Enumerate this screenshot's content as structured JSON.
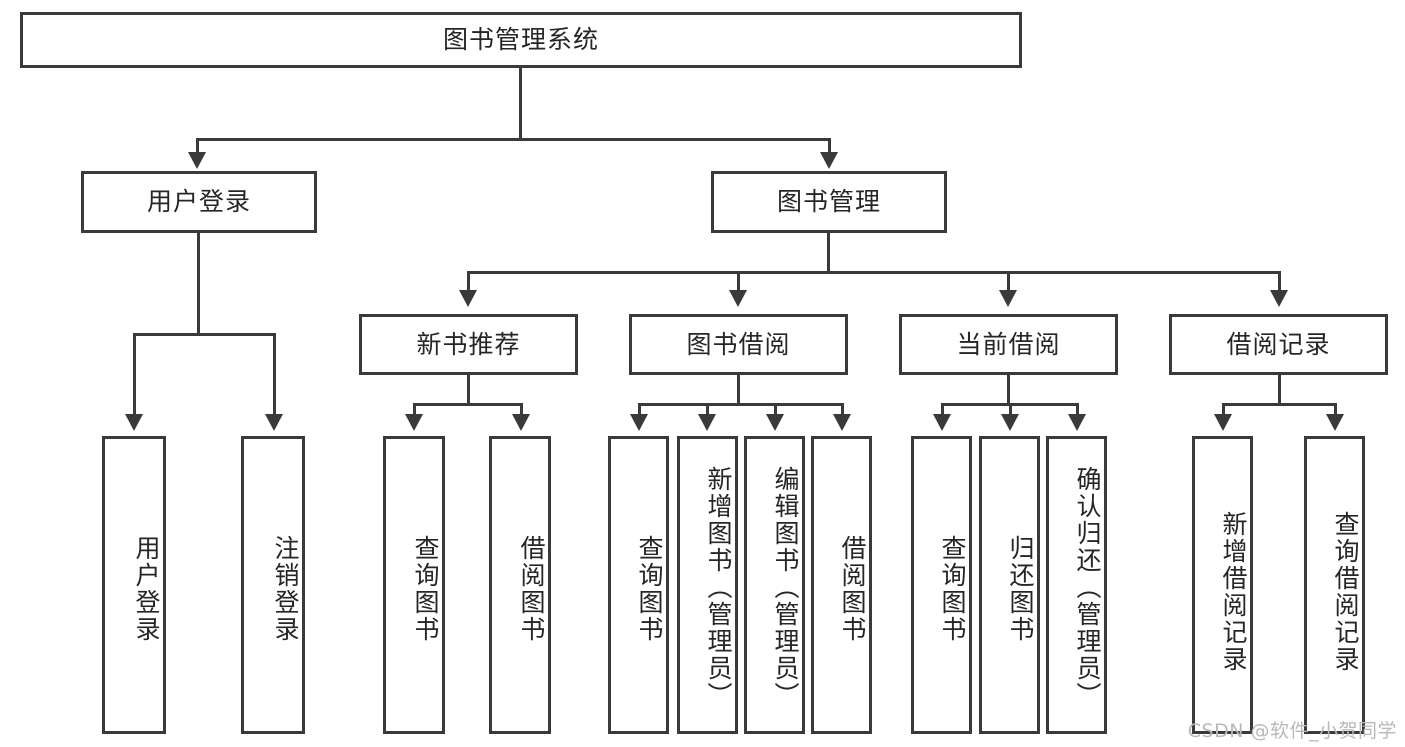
{
  "diagram": {
    "type": "hierarchy-tree",
    "title": "图书管理系统",
    "levels": [
      {
        "level": 1,
        "nodes": [
          {
            "id": "root",
            "label": "图书管理系统",
            "orientation": "horizontal"
          }
        ]
      },
      {
        "level": 2,
        "nodes": [
          {
            "id": "user-login",
            "label": "用户登录",
            "orientation": "horizontal",
            "parent": "root"
          },
          {
            "id": "book-management",
            "label": "图书管理",
            "orientation": "horizontal",
            "parent": "root"
          }
        ]
      },
      {
        "level": 3,
        "nodes": [
          {
            "id": "new-book-recommend",
            "label": "新书推荐",
            "orientation": "horizontal",
            "parent": "book-management"
          },
          {
            "id": "book-borrow",
            "label": "图书借阅",
            "orientation": "horizontal",
            "parent": "book-management"
          },
          {
            "id": "current-borrow",
            "label": "当前借阅",
            "orientation": "horizontal",
            "parent": "book-management"
          },
          {
            "id": "borrow-record",
            "label": "借阅记录",
            "orientation": "horizontal",
            "parent": "book-management"
          }
        ]
      },
      {
        "level": 4,
        "nodes": [
          {
            "id": "leaf-user-login",
            "label": "用户登录",
            "orientation": "vertical",
            "parent": "user-login"
          },
          {
            "id": "leaf-user-logout",
            "label": "注销登录",
            "orientation": "vertical",
            "parent": "user-login"
          },
          {
            "id": "leaf-query-book-1",
            "label": "查询图书",
            "orientation": "vertical",
            "parent": "new-book-recommend"
          },
          {
            "id": "leaf-borrow-book-1",
            "label": "借阅图书",
            "orientation": "vertical",
            "parent": "new-book-recommend"
          },
          {
            "id": "leaf-query-book-2",
            "label": "查询图书",
            "orientation": "vertical",
            "parent": "book-borrow"
          },
          {
            "id": "leaf-add-book",
            "label": "新增图书（管理员）",
            "orientation": "vertical",
            "parent": "book-borrow"
          },
          {
            "id": "leaf-edit-book",
            "label": "编辑图书（管理员）",
            "orientation": "vertical",
            "parent": "book-borrow"
          },
          {
            "id": "leaf-borrow-book-2",
            "label": "借阅图书",
            "orientation": "vertical",
            "parent": "book-borrow"
          },
          {
            "id": "leaf-query-book-3",
            "label": "查询图书",
            "orientation": "vertical",
            "parent": "current-borrow"
          },
          {
            "id": "leaf-return-book",
            "label": "归还图书",
            "orientation": "vertical",
            "parent": "current-borrow"
          },
          {
            "id": "leaf-confirm-return",
            "label": "确认归还（管理员）",
            "orientation": "vertical",
            "parent": "current-borrow"
          },
          {
            "id": "leaf-add-record",
            "label": "新增借阅记录",
            "orientation": "vertical",
            "parent": "borrow-record"
          },
          {
            "id": "leaf-query-record",
            "label": "查询借阅记录",
            "orientation": "vertical",
            "parent": "borrow-record"
          }
        ]
      }
    ],
    "colors": {
      "border": "#3a3a3a",
      "background": "#ffffff",
      "text": "#262626",
      "watermark": "#b9b9b9"
    }
  },
  "watermark": {
    "text": "CSDN @软件_小贺同学"
  }
}
